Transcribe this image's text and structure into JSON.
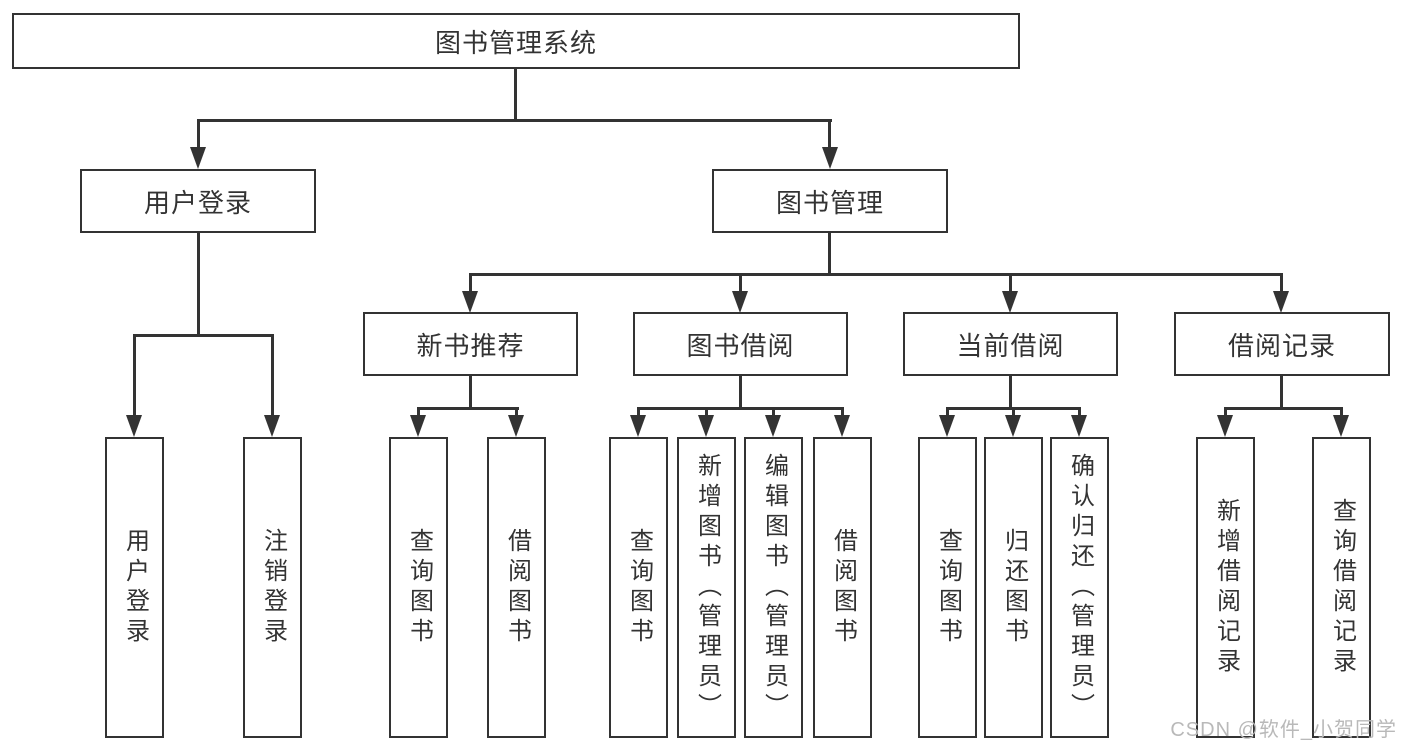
{
  "diagram": {
    "root": {
      "label": "图书管理系统"
    },
    "level2": [
      {
        "label": "用户登录"
      },
      {
        "label": "图书管理"
      }
    ],
    "level3": [
      {
        "label": "新书推荐"
      },
      {
        "label": "图书借阅"
      },
      {
        "label": "当前借阅"
      },
      {
        "label": "借阅记录"
      }
    ],
    "leaves": [
      {
        "label": "用户登录"
      },
      {
        "label": "注销登录"
      },
      {
        "label": "查询图书"
      },
      {
        "label": "借阅图书"
      },
      {
        "label": "查询图书"
      },
      {
        "label": "新增图书（管理员）"
      },
      {
        "label": "编辑图书（管理员）"
      },
      {
        "label": "借阅图书"
      },
      {
        "label": "查询图书"
      },
      {
        "label": "归还图书"
      },
      {
        "label": "确认归还（管理员）"
      },
      {
        "label": "新增借阅记录"
      },
      {
        "label": "查询借阅记录"
      }
    ]
  },
  "watermark": {
    "text": "CSDN @软件_小贺同学"
  },
  "colors": {
    "line": "#333333",
    "text": "#333333",
    "watermark": "#b9b9b9",
    "background": "#ffffff"
  }
}
